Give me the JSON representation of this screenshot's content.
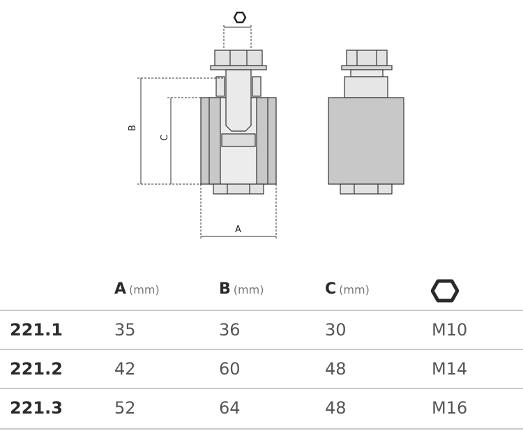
{
  "drawing": {
    "dim_labels": {
      "a": "A",
      "b": "B",
      "c": "C"
    },
    "icons": [
      "hex-nut-icon"
    ]
  },
  "table": {
    "columns": [
      {
        "letter": "A",
        "unit": "(mm)"
      },
      {
        "letter": "B",
        "unit": "(mm)"
      },
      {
        "letter": "C",
        "unit": "(mm)"
      }
    ],
    "hex_column_icon": "hexagon-icon",
    "rows": [
      {
        "code": "221.1",
        "a": "35",
        "b": "36",
        "c": "30",
        "thread": "M10"
      },
      {
        "code": "221.2",
        "a": "42",
        "b": "60",
        "c": "48",
        "thread": "M14"
      },
      {
        "code": "221.3",
        "a": "52",
        "b": "64",
        "c": "48",
        "thread": "M16"
      }
    ]
  },
  "colors": {
    "part_fill": "#c8c8c8",
    "part_light": "#e6e6e6",
    "outline": "#333333",
    "rule": "#c9c9c9"
  }
}
